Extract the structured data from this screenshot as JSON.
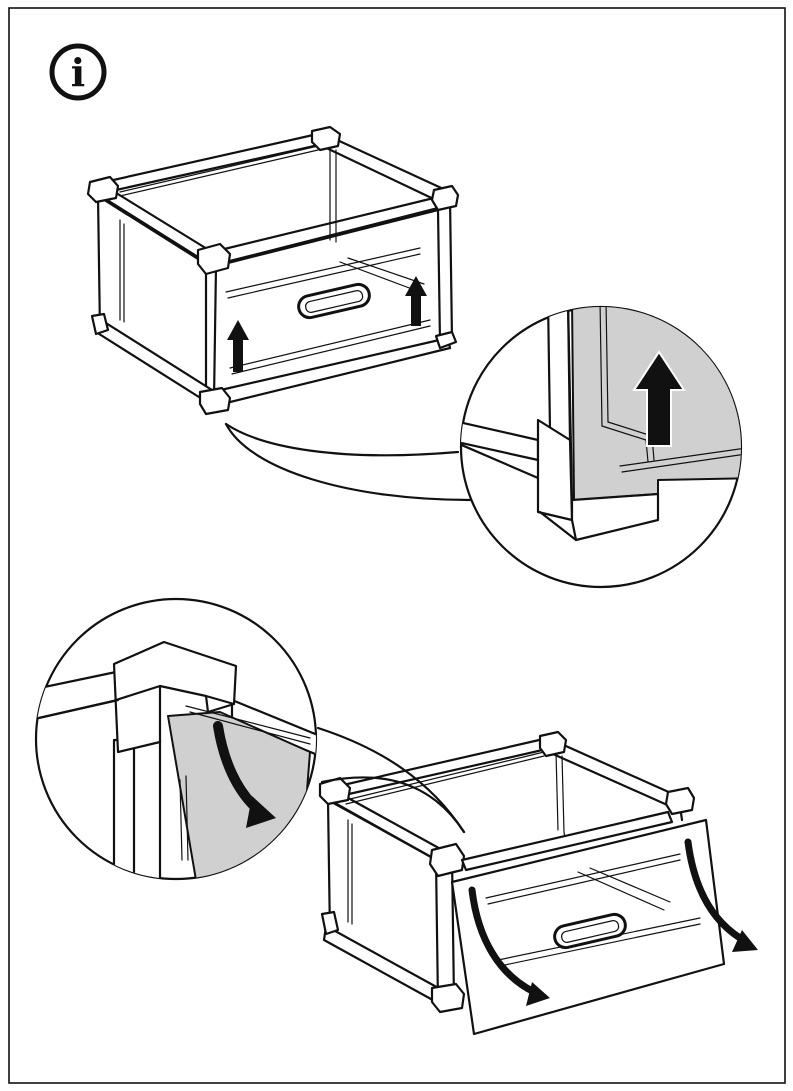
{
  "info_badge": {
    "glyph": "i",
    "icon": "info-icon"
  },
  "colors": {
    "line": "#111111",
    "panel_fill": "#d0d0d0",
    "background": "#ffffff"
  },
  "steps": [
    {
      "name": "lift-front-panel",
      "icon": "arrow-up-icon"
    },
    {
      "name": "tilt-remove-front-panel",
      "icon": "arrow-curved-down-icon"
    }
  ]
}
